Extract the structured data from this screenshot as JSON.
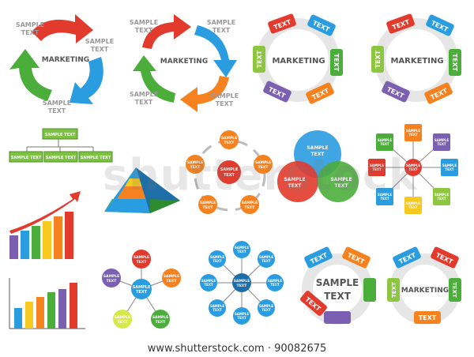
{
  "labels": {
    "marketing": "MARKETING",
    "sample_text": "SAMPLE TEXT",
    "sample": "SAMPLE",
    "text": "TEXT"
  },
  "watermark": "shutterstock",
  "footer": "www.shutterstock.com · 90082675",
  "colors": {
    "red": "#e23a2c",
    "orange": "#f5821f",
    "yellow": "#f7c81e",
    "green": "#4bae3b",
    "blue": "#2a9ce0",
    "purple": "#7b5fb0",
    "gray": "#9a9a9a"
  }
}
